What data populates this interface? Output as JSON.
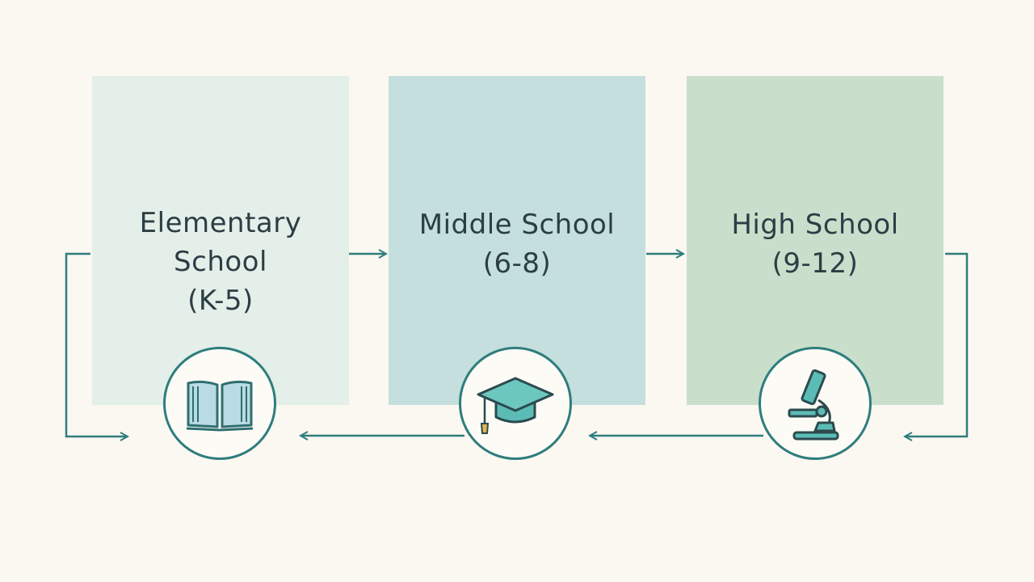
{
  "stages": [
    {
      "title": "Elementary\nSchool\n(K-5)",
      "icon": "open-book-icon"
    },
    {
      "title": "Middle School\n(6-8)",
      "icon": "graduation-cap-icon"
    },
    {
      "title": "High School\n(9-12)",
      "icon": "microscope-icon"
    }
  ],
  "colors": {
    "stroke": "#2f7d7d",
    "elementary_fill": "#e3efe8",
    "middle_fill": "#c4dfdd",
    "high_fill": "#c9dfcc",
    "background": "#fbf8f1",
    "icon_fill": "#5bbcb6"
  }
}
